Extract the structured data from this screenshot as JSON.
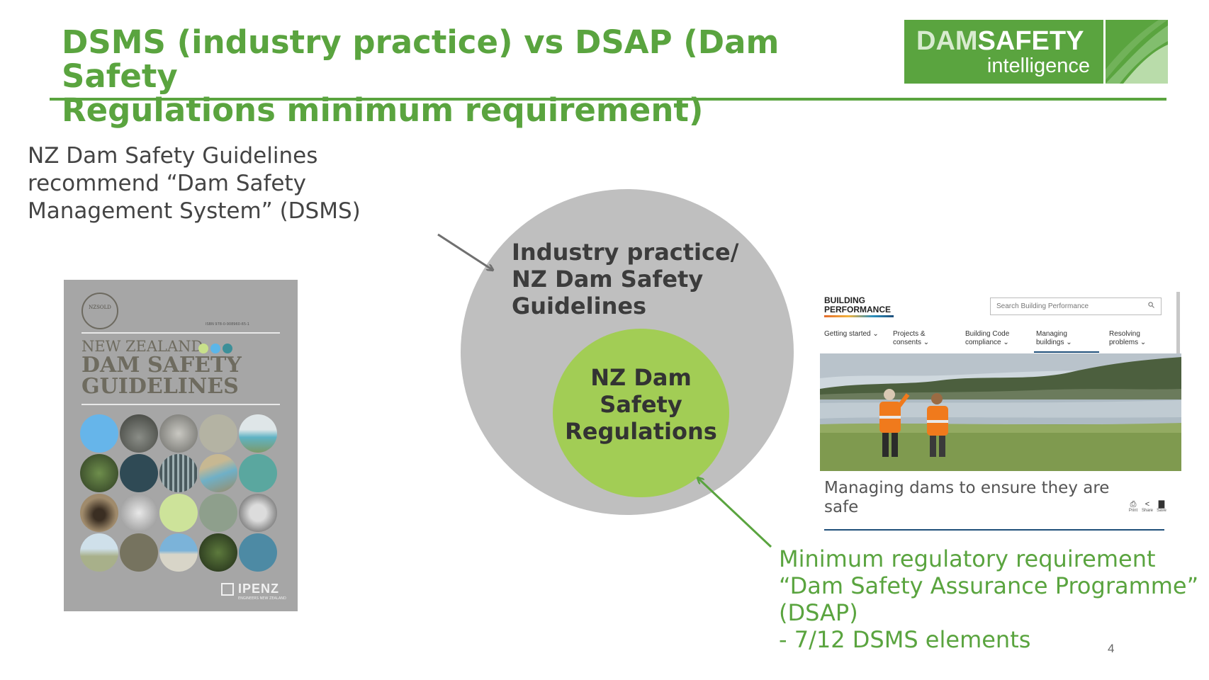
{
  "slide": {
    "title_lines": [
      "DSMS (industry practice) vs DSAP (Dam Safety",
      "Regulations minimum requirement)"
    ],
    "page_number": "4",
    "accent_color": "#5aa43f"
  },
  "logo": {
    "dam": "DAM",
    "safety": "SAFETY",
    "intelligence": "intelligence"
  },
  "left_text_lines": [
    "NZ Dam Safety Guidelines",
    "recommend “Dam Safety",
    "Management System” (DSMS)"
  ],
  "book_cover": {
    "seal": "NZSOLD",
    "isbn": "ISBN 978-0-908960-65-1",
    "new_zealand": "NEW ZEALAND",
    "title_lines": [
      "DAM SAFETY",
      "GUIDELINES"
    ],
    "publisher": "IPENZ",
    "publisher_sub": "ENGINEERS NEW ZEALAND"
  },
  "diagram": {
    "outer_lines": [
      "Industry practice/",
      "NZ Dam Safety",
      "Guidelines"
    ],
    "inner_lines": [
      "NZ Dam",
      "Safety",
      "Regulations"
    ],
    "outer_color": "#bfbfbf",
    "inner_color": "#a2cd55"
  },
  "website": {
    "logo_lines": [
      "BUILDING",
      "PERFORMANCE"
    ],
    "search_placeholder": "Search Building Performance",
    "nav": [
      {
        "line1": "Getting started ⌄",
        "line2": ""
      },
      {
        "line1": "Projects &",
        "line2": "consents ⌄"
      },
      {
        "line1": "Building Code",
        "line2": "compliance ⌄"
      },
      {
        "line1": "Managing",
        "line2": "buildings ⌄"
      },
      {
        "line1": "Resolving",
        "line2": "problems ⌄"
      }
    ],
    "heading_lines": [
      "Managing dams to ensure they are",
      "safe"
    ],
    "tools": [
      "Print",
      "Share",
      "Save"
    ]
  },
  "bottom_right_lines": [
    "Minimum regulatory requirement",
    "“Dam Safety Assurance Programme”",
    "(DSAP)",
    "- 7/12 DSMS elements"
  ]
}
